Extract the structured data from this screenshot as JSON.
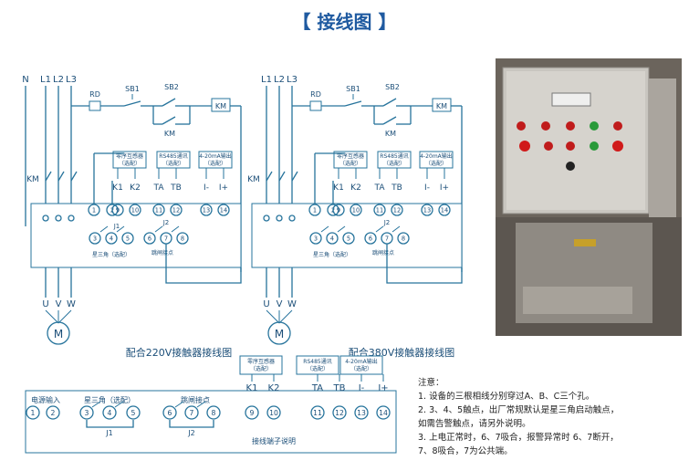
{
  "title": "【 接线图 】",
  "d220": {
    "bus_labels": [
      "N",
      "L1",
      "L2",
      "L3"
    ],
    "rd": "RD",
    "sb1": "SB1",
    "sb2": "SB2",
    "km": "KM",
    "motor_terms": [
      "U",
      "V",
      "W"
    ],
    "motor": "M",
    "modules": [
      "零序互感器\n（选配）",
      "RS485通讯\n（选配）",
      "4-20mA输出\n（选配）"
    ],
    "top_terms": [
      "1",
      "2",
      "9",
      "10",
      "11",
      "12",
      "13",
      "14"
    ],
    "pin_labels": [
      "K1",
      "K2",
      "TA",
      "TB",
      "I-",
      "I+"
    ],
    "bottom_terms": [
      "3",
      "4",
      "5",
      "6",
      "7",
      "8"
    ],
    "j1": "J1",
    "j2": "J2",
    "star_label": "星三角（选配）",
    "trip_label": "跳闸接点",
    "caption": "配合220V接触器接线图"
  },
  "d380": {
    "bus_labels": [
      "L1",
      "L2",
      "L3"
    ],
    "rd": "RD",
    "sb1": "SB1",
    "sb2": "SB2",
    "km": "KM",
    "motor_terms": [
      "U",
      "V",
      "W"
    ],
    "motor": "M",
    "modules": [
      "零序互感器\n（选配）",
      "RS485通讯\n（选配）",
      "4-20mA输出\n（选配）"
    ],
    "top_terms": [
      "1",
      "2",
      "9",
      "10",
      "11",
      "12",
      "13",
      "14"
    ],
    "pin_labels": [
      "K1",
      "K2",
      "TA",
      "TB",
      "I-",
      "I+"
    ],
    "bottom_terms": [
      "3",
      "4",
      "5",
      "6",
      "7",
      "8"
    ],
    "j2": "J2",
    "star_label": "星三角（选配）",
    "trip_label": "跳闸接点",
    "caption": "配合380V接触器接线图"
  },
  "terminal": {
    "groups": [
      "电源输入",
      "星三角（选配）",
      "跳闸接点"
    ],
    "modules": [
      "零序互感器\n（选配）",
      "RS485通讯\n（选配）",
      "4-20mA输出\n（选配）"
    ],
    "pin_labels": [
      "K1",
      "K2",
      "TA",
      "TB",
      "I-",
      "I+"
    ],
    "terms": [
      "1",
      "2",
      "3",
      "4",
      "5",
      "6",
      "7",
      "8",
      "9",
      "10",
      "11",
      "12",
      "13",
      "14"
    ],
    "j1": "J1",
    "j2": "J2",
    "caption": "接线端子说明"
  },
  "notes": {
    "heading": "注意：",
    "lines": [
      "1. 设备的三根相线分别穿过A、B、C三个孔。",
      "2. 3、4、5触点，出厂常规默认是星三角启动触点，",
      "如需告警触点，请另外说明。",
      "3. 上电正常时，6、7吸合，报警异常时 6、7断开，",
      "7、8吸合，7为公共端。"
    ]
  },
  "photo": {
    "description_icon": "control-cabinet-photo"
  }
}
